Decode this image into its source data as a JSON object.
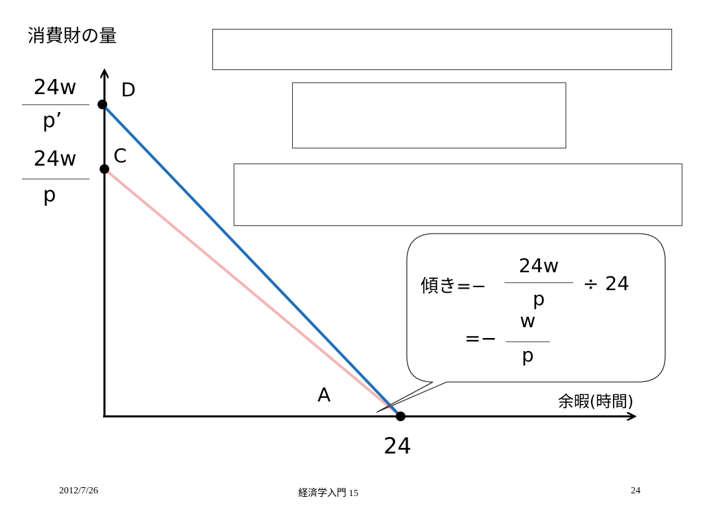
{
  "axes": {
    "y_label": "消費財の量",
    "x_label": "余暇(時間)",
    "x_tick": "24"
  },
  "points": {
    "D": "D",
    "C": "C",
    "A": "A"
  },
  "y_ticks": {
    "upper_num": "24w",
    "upper_den": "p’",
    "lower_num": "24w",
    "lower_den": "p"
  },
  "callout": {
    "line1_prefix": "傾き=−",
    "line1_num": "24w",
    "line1_den": "p",
    "line1_suffix": "÷ 24",
    "line2_prefix": "=−",
    "line2_num": "w",
    "line2_den": "p"
  },
  "colors": {
    "line_D": "#1f6fb8",
    "line_C": "#f4b6b6"
  },
  "footer": {
    "date": "2012/7/26",
    "course": "経済学入門 15",
    "page": "24"
  }
}
